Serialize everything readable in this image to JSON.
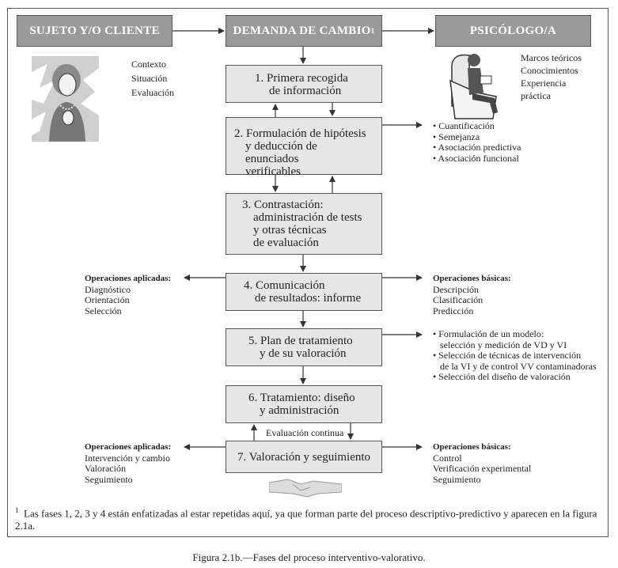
{
  "headers": {
    "client": "SUJETO Y/O CLIENTE",
    "demand": "DEMANDA DE CAMBIO",
    "demand_note": "1",
    "psych": "PSICÓLOGO/A"
  },
  "client_attrs": [
    "Contexto",
    "Situación",
    "Evaluación"
  ],
  "psych_attrs": [
    "Marcos teóricos",
    "Conocimientos",
    "Experiencia",
    "práctica"
  ],
  "steps": [
    {
      "lines": [
        "1.  Primera recogida",
        "de información"
      ]
    },
    {
      "lines": [
        "2.  Formulación de hipótesis",
        "y deducción de enunciados",
        "verificables"
      ]
    },
    {
      "lines": [
        "3.  Contrastación:",
        "administración de tests",
        "y otras técnicas",
        "de evaluación"
      ]
    },
    {
      "lines": [
        "4.  Comunicación",
        "de resultados: informe"
      ]
    },
    {
      "lines": [
        "5.  Plan de tratamiento",
        "y de su valoración"
      ]
    },
    {
      "lines": [
        "6.  Tratamiento: diseño",
        "y administración"
      ]
    },
    {
      "lines": [
        "7.  Valoración y seguimiento"
      ]
    }
  ],
  "hypothesis_list": [
    "Cuantificación",
    "Semejanza",
    "Asociación predictiva",
    "Asociación funcional"
  ],
  "ops_applied_1": {
    "title": "Operaciones aplicadas:",
    "items": [
      "Diagnóstico",
      "Orientación",
      "Selección"
    ]
  },
  "ops_basic_1": {
    "title": "Operaciones básicas:",
    "items": [
      "Descripción",
      "Clasificación",
      "Predicción"
    ]
  },
  "plan_list": [
    [
      "Formulación de un modelo:",
      "selección y medición de VD y VI"
    ],
    [
      "Selección de técnicas de intervención",
      "de la VI y de control VV contaminadoras"
    ],
    [
      "Selección del diseño de valoración"
    ]
  ],
  "continuous_eval": "Evaluación continua",
  "ops_applied_2": {
    "title": "Operaciones aplicadas:",
    "items": [
      "Intervención y cambio",
      "Valoración",
      "Seguimiento"
    ]
  },
  "ops_basic_2": {
    "title": "Operaciones básicas:",
    "items": [
      "Control",
      "Verificación experimental",
      "Seguimiento"
    ]
  },
  "footnote": {
    "mark": "1",
    "text": "Las fases 1, 2, 3 y 4 están enfatizadas al estar repetidas aquí, ya que forman parte del proceso descriptivo-predictivo y aparecen en la figura 2.1a."
  },
  "caption": "Figura 2.1b.—Fases del proceso interventivo-valorativo."
}
